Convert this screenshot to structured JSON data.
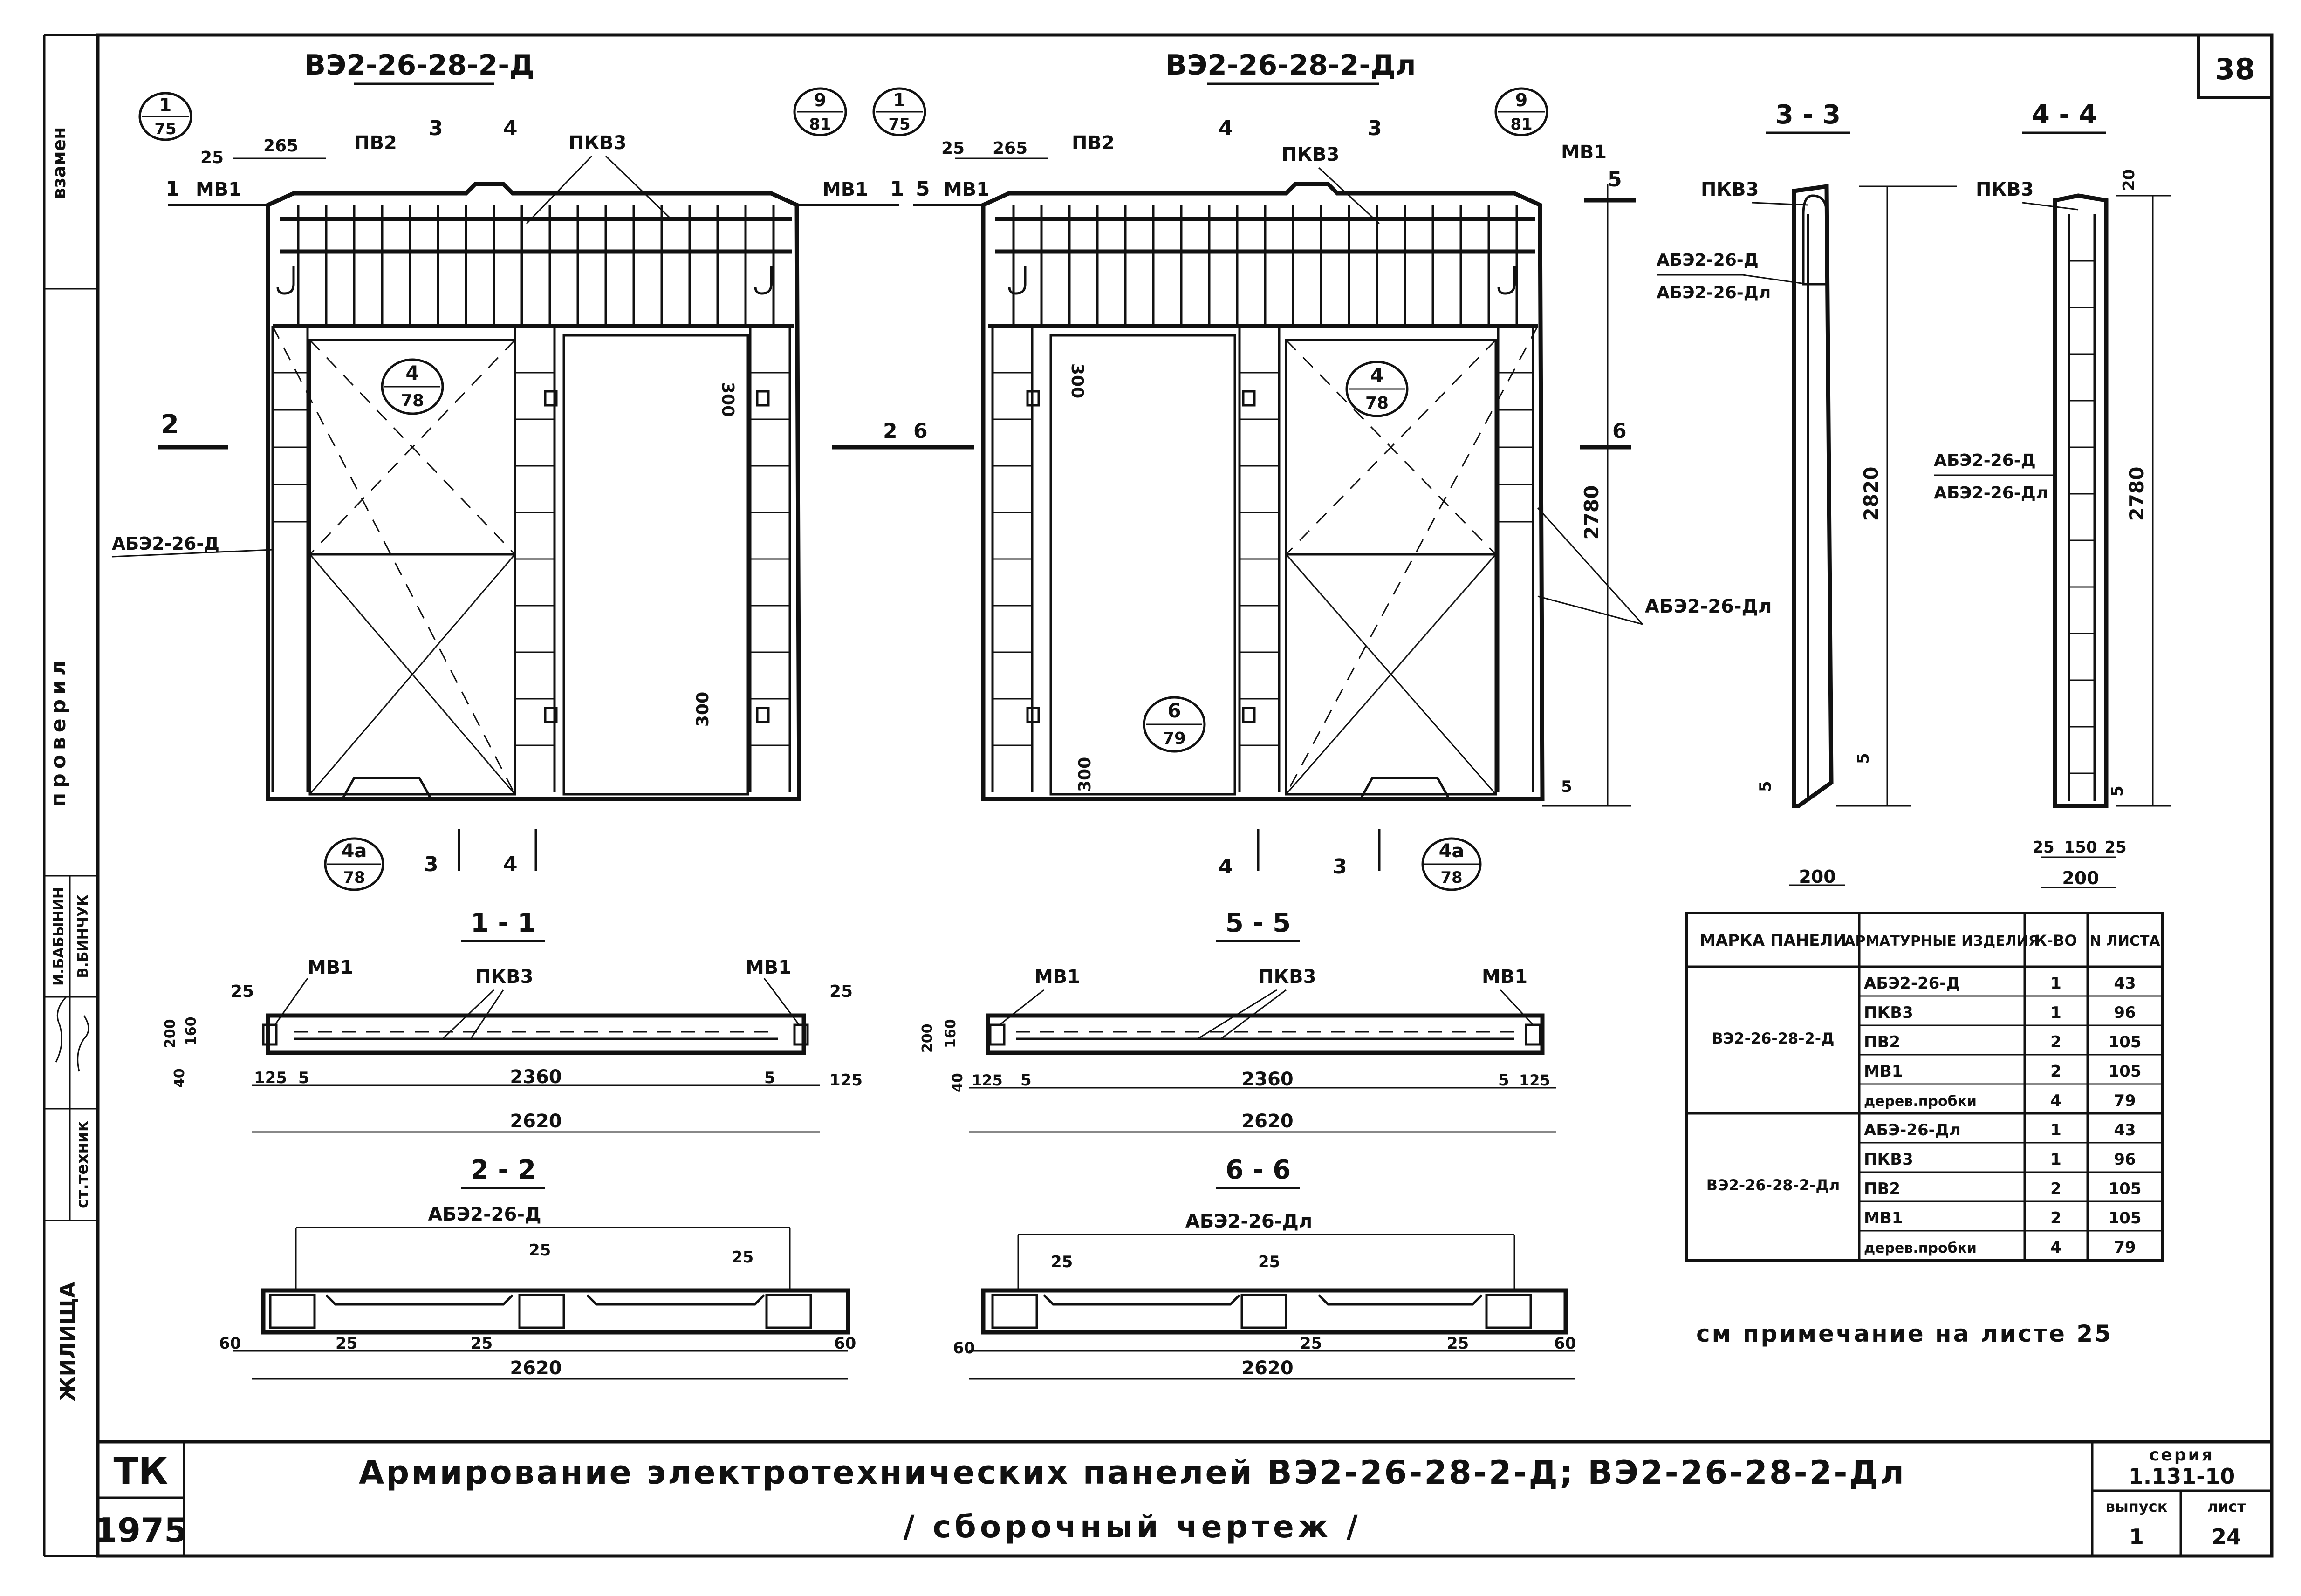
{
  "sheet": {
    "number": "38",
    "main_title": "Армирование электротехнических панелей ВЭ2-26-28-2-Д; ВЭ2-26-28-2-Дл",
    "subtitle": "/ сборочный чертеж /",
    "note": "см примечание на листе 25",
    "org": "ТК",
    "year": "1975",
    "stamp_rows": [
      {
        "role": "взамен",
        "name": ""
      },
      {
        "role": "проверил",
        "name": ""
      },
      {
        "role": "",
        "name": "И.БАБЫНИН"
      },
      {
        "role": "",
        "name": "В.БИНЧУК"
      },
      {
        "role": "ст.техник",
        "name": ""
      },
      {
        "role": "",
        "name": "ЖИЛИЩА"
      }
    ],
    "series_label": "серия",
    "series": "1.131-10",
    "issue_label": "выпуск",
    "issue": "1",
    "sheet_label": "лист",
    "sheet_no": "24"
  },
  "panels": {
    "left": {
      "title": "ВЭ2-26-28-2-Д",
      "labels": {
        "mv1": "МВ1",
        "pv2": "ПВ2",
        "pkv3": "ПКВ3",
        "ab": "АБЭ2-26-Д",
        "d25": "25",
        "d265": "265",
        "d300a": "300",
        "d300b": "300",
        "sec1": "1",
        "sec2": "2",
        "sec3": "3",
        "sec4": "4"
      },
      "callouts": [
        {
          "top": "1",
          "bottom": "75"
        },
        {
          "top": "9",
          "bottom": "81"
        },
        {
          "top": "4",
          "bottom": "78"
        },
        {
          "top": "4а",
          "bottom": "78"
        }
      ]
    },
    "right": {
      "title": "ВЭ2-26-28-2-Дл",
      "labels": {
        "mv1": "МВ1",
        "pv2": "ПВ2",
        "pkv3": "ПКВ3",
        "ab": "АБЭ2-26-Дл",
        "d25": "25",
        "d265": "265",
        "d300a": "300",
        "d300b": "300",
        "d2780": "2780",
        "d5": "5",
        "sec3": "3",
        "sec4": "4",
        "sec5": "5",
        "sec6": "6"
      },
      "callouts": [
        {
          "top": "1",
          "bottom": "75"
        },
        {
          "top": "9",
          "bottom": "81"
        },
        {
          "top": "4",
          "bottom": "78"
        },
        {
          "top": "6",
          "bottom": "79"
        },
        {
          "top": "4а",
          "bottom": "78"
        }
      ]
    }
  },
  "sections": {
    "s33": {
      "title": "3 - 3",
      "pkv3": "ПКВ3",
      "ab_d": "АБЭ2-26-Д",
      "ab_dl": "АБЭ2-26-Дл",
      "height": "2820",
      "w": "200",
      "d5a": "5",
      "d5b": "5"
    },
    "s44": {
      "title": "4 - 4",
      "pkv3": "ПКВ3",
      "d20": "20",
      "ab_d": "АБЭ2-26-Д",
      "ab_dl": "АБЭ2-26-Дл",
      "height": "2780",
      "d25a": "25",
      "d150": "150",
      "d25b": "25",
      "w": "200",
      "d5": "5"
    },
    "s11": {
      "title": "1 - 1",
      "mv1_l": "МВ1",
      "mv1_r": "МВ1",
      "pkv3": "ПКВ3",
      "d25l": "25",
      "d25r": "25",
      "d200": "200",
      "d160": "160",
      "d40": "40",
      "d125l": "125",
      "d5l": "5",
      "d2360": "2360",
      "d5r": "5",
      "d125r": "125",
      "d2620": "2620"
    },
    "s55": {
      "title": "5 - 5",
      "mv1_l": "МВ1",
      "mv1_r": "МВ1",
      "pkv3": "ПКВ3",
      "d200": "200",
      "d160": "160",
      "d40": "40",
      "d125l": "125",
      "d5l": "5",
      "d2360": "2360",
      "d5r": "5",
      "d125r": "125",
      "d2620": "2620"
    },
    "s22": {
      "title": "2 - 2",
      "ab": "АБЭ2-26-Д",
      "d25a": "25",
      "d25b": "25",
      "d60l": "60",
      "d25c": "25",
      "d25d": "25",
      "d60r": "60",
      "d2620": "2620"
    },
    "s66": {
      "title": "6 - 6",
      "ab": "АБЭ2-26-Дл",
      "d25a": "25",
      "d25b": "25",
      "d60l": "60",
      "d25c": "25",
      "d25d": "25",
      "d60r": "60",
      "d2620": "2620"
    }
  },
  "table": {
    "headers": [
      "МАРКА ПАНЕЛИ",
      "АРМАТУРНЫЕ ИЗДЕЛИЯ",
      "К-ВО",
      "N ЛИСТА"
    ],
    "groups": [
      {
        "panel": "ВЭ2-26-28-2-Д",
        "rows": [
          [
            "АБЭ2-26-Д",
            "1",
            "43"
          ],
          [
            "ПКВ3",
            "1",
            "96"
          ],
          [
            "ПВ2",
            "2",
            "105"
          ],
          [
            "МВ1",
            "2",
            "105"
          ],
          [
            "дерев.пробки",
            "4",
            "79"
          ]
        ]
      },
      {
        "panel": "ВЭ2-26-28-2-Дл",
        "rows": [
          [
            "АБЭ-26-Дл",
            "1",
            "43"
          ],
          [
            "ПКВ3",
            "1",
            "96"
          ],
          [
            "ПВ2",
            "2",
            "105"
          ],
          [
            "МВ1",
            "2",
            "105"
          ],
          [
            "дерев.пробки",
            "4",
            "79"
          ]
        ]
      }
    ]
  }
}
